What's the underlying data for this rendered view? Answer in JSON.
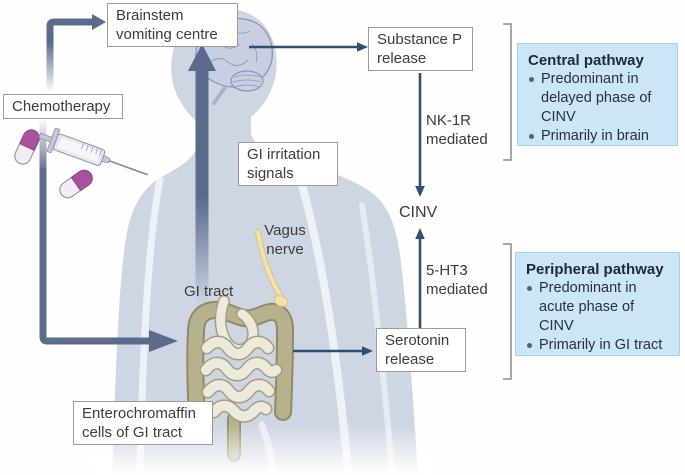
{
  "colors": {
    "thick_arrow": "#5a6b8c",
    "thin_arrow": "#2e4e74",
    "pathway_box_bg": "#cbe6f7",
    "silhouette": "#cfd6e3",
    "intestine_dark": "#b8b28c",
    "intestine_light": "#eeeadb",
    "vagus_yellow": "#f4e2ac",
    "pill_purple": "#a9519f"
  },
  "boxes": {
    "brainstem": [
      "Brainstem",
      "vomiting centre"
    ],
    "chemotherapy": "Chemotherapy",
    "gi_irritation": [
      "GI irritation",
      "signals"
    ],
    "substance_p": [
      "Substance P",
      "release"
    ],
    "serotonin": [
      "Serotonin",
      "release"
    ],
    "enterochromaffin": [
      "Enterochromaffin",
      "cells of GI tract"
    ]
  },
  "labels": {
    "vagus_nerve": [
      "Vagus",
      "nerve"
    ],
    "gi_tract": "GI tract",
    "nk1r_mediated": [
      "NK-1R",
      "mediated"
    ],
    "cinv": "CINV",
    "ht3_mediated": [
      "5-HT3",
      "mediated"
    ]
  },
  "pathways": {
    "central": {
      "title": "Central pathway",
      "bullets": [
        [
          "Predominant in",
          "delayed phase of",
          "CINV"
        ],
        [
          "Primarily in brain"
        ]
      ]
    },
    "peripheral": {
      "title": "Peripheral pathway",
      "bullets": [
        [
          "Predominant in",
          "acute phase of",
          "CINV"
        ],
        [
          "Primarily in GI tract"
        ]
      ]
    }
  }
}
